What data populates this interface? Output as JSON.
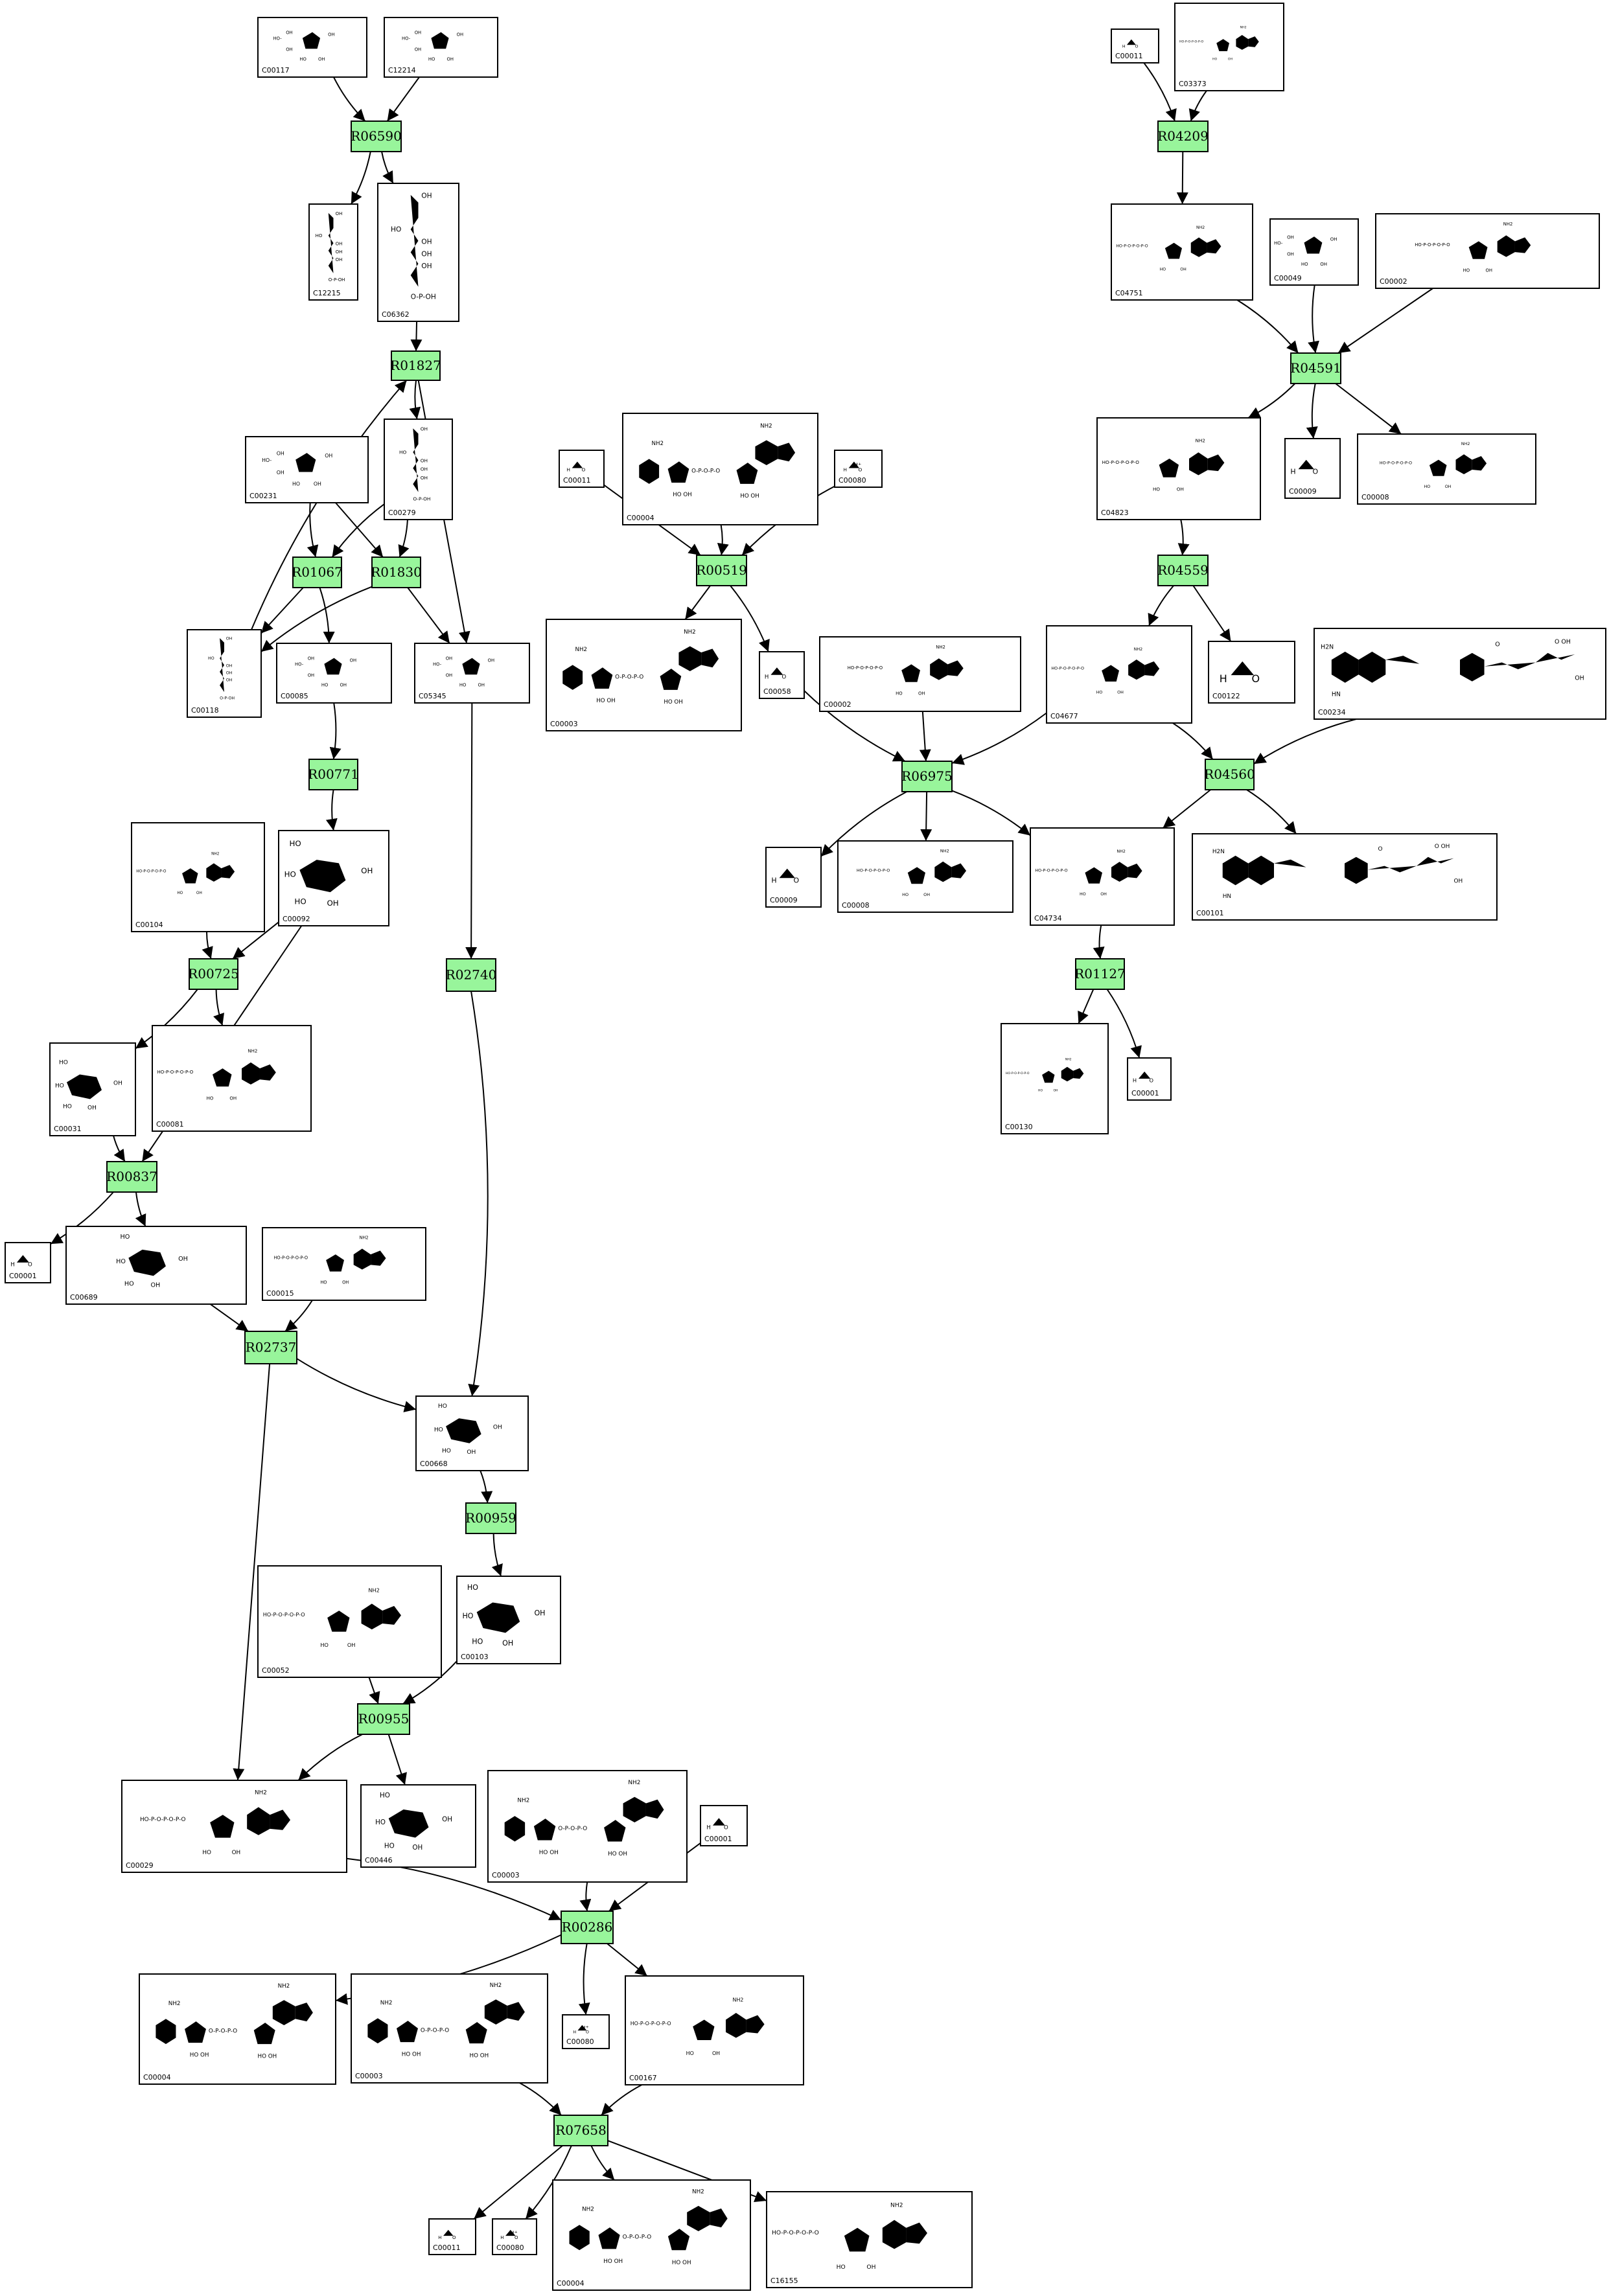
{
  "compounds": {
    "c1": {
      "id": "C00117"
    },
    "c2": {
      "id": "C12214"
    },
    "c3": {
      "id": "C00011"
    },
    "c4": {
      "id": "C03373"
    },
    "c5": {
      "id": "C12215"
    },
    "c6": {
      "id": "C06362"
    },
    "c7": {
      "id": "C04751"
    },
    "c8": {
      "id": "C00049"
    },
    "c9": {
      "id": "C00002"
    },
    "c10": {
      "id": "C00231"
    },
    "c11": {
      "id": "C00279"
    },
    "c12": {
      "id": "C00011"
    },
    "c13": {
      "id": "C00004"
    },
    "c14": {
      "id": "C00080",
      "label": "H⁺"
    },
    "c15": {
      "id": "C04823"
    },
    "c16": {
      "id": "C00009"
    },
    "c17": {
      "id": "C00008"
    },
    "c18": {
      "id": "C00118"
    },
    "c19": {
      "id": "C00085"
    },
    "c20": {
      "id": "C05345"
    },
    "c21": {
      "id": "C00003"
    },
    "c22": {
      "id": "C00058"
    },
    "c23": {
      "id": "C00002"
    },
    "c24": {
      "id": "C04677"
    },
    "c25": {
      "id": "C00122"
    },
    "c26": {
      "id": "C00234"
    },
    "c27": {
      "id": "C00104"
    },
    "c28": {
      "id": "C00092"
    },
    "c29": {
      "id": "C00009"
    },
    "c30": {
      "id": "C00008"
    },
    "c31": {
      "id": "C04734"
    },
    "c32": {
      "id": "C00101"
    },
    "c33": {
      "id": "C00031"
    },
    "c34": {
      "id": "C00081"
    },
    "c35": {
      "id": "C00130"
    },
    "c36": {
      "id": "C00001"
    },
    "c37": {
      "id": "C00001"
    },
    "c38": {
      "id": "C00689"
    },
    "c39": {
      "id": "C00015"
    },
    "c40": {
      "id": "C00668"
    },
    "c41": {
      "id": "C00052"
    },
    "c42": {
      "id": "C00103"
    },
    "c43": {
      "id": "C00029"
    },
    "c44": {
      "id": "C00446"
    },
    "c45": {
      "id": "C00003"
    },
    "c46": {
      "id": "C00001"
    },
    "c47": {
      "id": "C00004"
    },
    "c48": {
      "id": "C00003"
    },
    "c49": {
      "id": "C00080",
      "label": "H⁺"
    },
    "c50": {
      "id": "C00167"
    },
    "c51": {
      "id": "C00011"
    },
    "c52": {
      "id": "C00080",
      "label": "H⁺"
    },
    "c53": {
      "id": "C00004"
    },
    "c54": {
      "id": "C16155"
    }
  },
  "reactions": {
    "R06590": "R06590",
    "R04209": "R04209",
    "R01827": "R01827",
    "R04591": "R04591",
    "R01067": "R01067",
    "R01830": "R01830",
    "R00519": "R00519",
    "R04559": "R04559",
    "R00771": "R00771",
    "R06975": "R06975",
    "R04560": "R04560",
    "R00725": "R00725",
    "R02740": "R02740",
    "R01127": "R01127",
    "R00837": "R00837",
    "R02737": "R02737",
    "R00959": "R00959",
    "R00955": "R00955",
    "R00286": "R00286",
    "R07658": "R07658"
  },
  "edges": [
    [
      "c1",
      "R06590"
    ],
    [
      "c2",
      "R06590"
    ],
    [
      "R06590",
      "c5"
    ],
    [
      "R06590",
      "c6"
    ],
    [
      "c6",
      "R01827"
    ],
    [
      "c3",
      "R04209"
    ],
    [
      "c4",
      "R04209"
    ],
    [
      "R04209",
      "c7"
    ],
    [
      "c7",
      "R04591"
    ],
    [
      "c8",
      "R04591"
    ],
    [
      "c9",
      "R04591"
    ],
    [
      "R04591",
      "c15"
    ],
    [
      "R04591",
      "c16"
    ],
    [
      "R04591",
      "c17"
    ],
    [
      "c15",
      "R04559"
    ],
    [
      "R04559",
      "c24"
    ],
    [
      "R04559",
      "c25"
    ],
    [
      "c24",
      "R04560"
    ],
    [
      "c26",
      "R04560"
    ],
    [
      "R04560",
      "c31"
    ],
    [
      "R04560",
      "c32"
    ],
    [
      "c31",
      "R01127"
    ],
    [
      "R01127",
      "c35"
    ],
    [
      "R01127",
      "c36"
    ],
    [
      "R01827",
      "c11"
    ],
    [
      "R01827",
      "c20"
    ],
    [
      "c18",
      "R01827"
    ],
    [
      "c10",
      "R01067"
    ],
    [
      "c10",
      "R01830"
    ],
    [
      "c11",
      "R01830"
    ],
    [
      "c11",
      "R01067"
    ],
    [
      "R01067",
      "c18"
    ],
    [
      "R01067",
      "c19"
    ],
    [
      "R01830",
      "c18"
    ],
    [
      "R01830",
      "c20"
    ],
    [
      "c19",
      "R00771"
    ],
    [
      "R00771",
      "c28"
    ],
    [
      "c12",
      "R00519"
    ],
    [
      "c13",
      "R00519"
    ],
    [
      "c14",
      "R00519"
    ],
    [
      "R00519",
      "c21"
    ],
    [
      "R00519",
      "c22"
    ],
    [
      "c22",
      "R06975"
    ],
    [
      "c23",
      "R06975"
    ],
    [
      "c24",
      "R06975"
    ],
    [
      "R06975",
      "c29"
    ],
    [
      "R06975",
      "c30"
    ],
    [
      "R06975",
      "c31"
    ],
    [
      "c27",
      "R00725"
    ],
    [
      "c28",
      "R00725"
    ],
    [
      "R00725",
      "c33"
    ],
    [
      "R00725",
      "c34"
    ],
    [
      "c20",
      "R02740"
    ],
    [
      "R02740",
      "c40"
    ],
    [
      "c33",
      "R00837"
    ],
    [
      "c28",
      "R00837"
    ],
    [
      "R00837",
      "c37"
    ],
    [
      "R00837",
      "c38"
    ],
    [
      "c38",
      "R02737"
    ],
    [
      "c39",
      "R02737"
    ],
    [
      "R02737",
      "c40"
    ],
    [
      "R02737",
      "c43"
    ],
    [
      "c40",
      "R00959"
    ],
    [
      "R00959",
      "c42"
    ],
    [
      "c41",
      "R00955"
    ],
    [
      "c42",
      "R00955"
    ],
    [
      "R00955",
      "c43"
    ],
    [
      "R00955",
      "c44"
    ],
    [
      "c43",
      "R00286"
    ],
    [
      "c45",
      "R00286"
    ],
    [
      "c46",
      "R00286"
    ],
    [
      "R00286",
      "c47"
    ],
    [
      "R00286",
      "c49"
    ],
    [
      "R00286",
      "c50"
    ],
    [
      "c48",
      "R07658"
    ],
    [
      "c50",
      "R07658"
    ],
    [
      "R07658",
      "c51"
    ],
    [
      "R07658",
      "c52"
    ],
    [
      "R07658",
      "c53"
    ],
    [
      "R07658",
      "c54"
    ]
  ]
}
